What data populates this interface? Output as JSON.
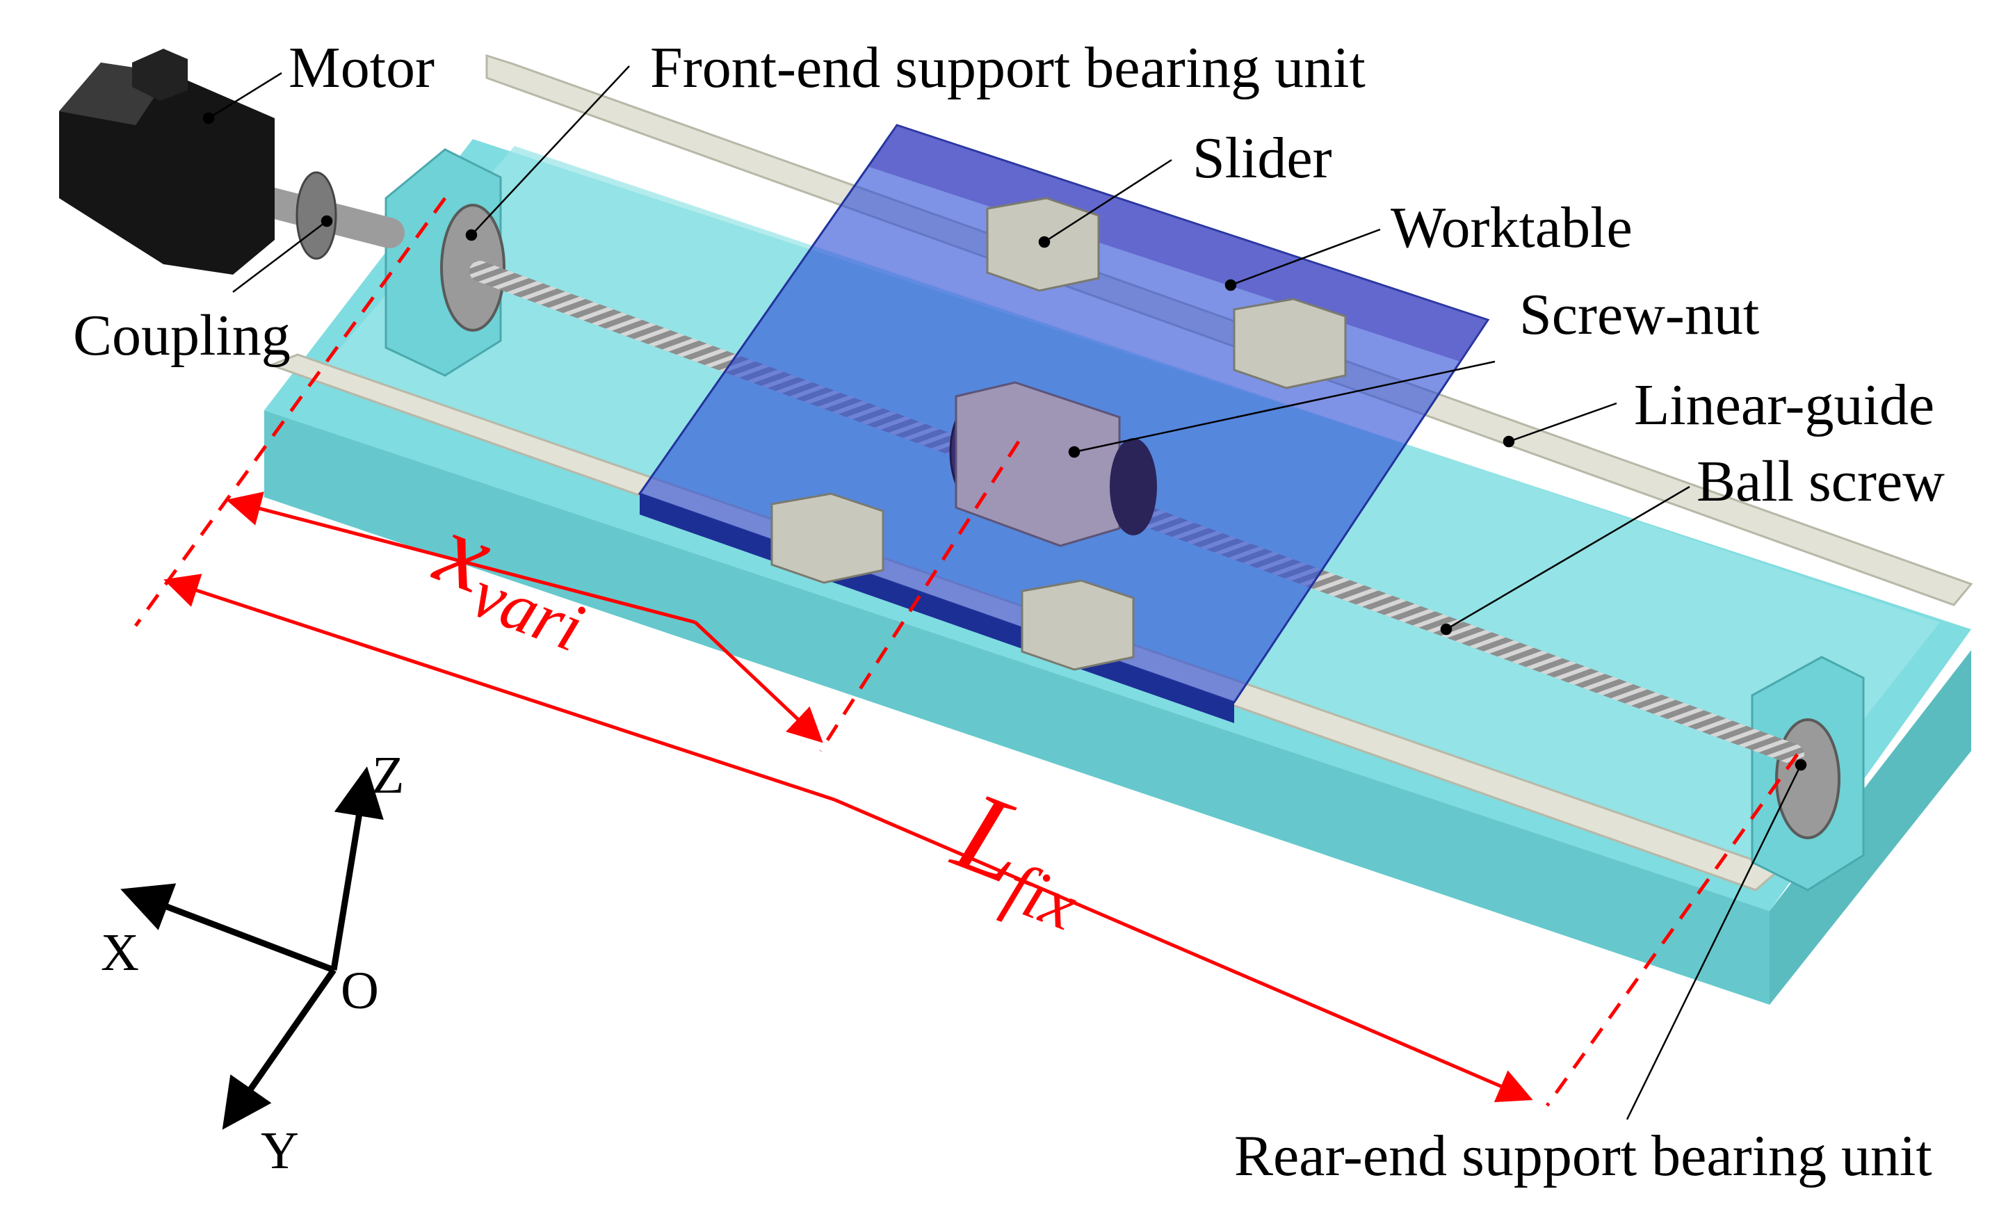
{
  "labels": {
    "motor": "Motor",
    "front_bearing": "Front-end support bearing unit",
    "slider": "Slider",
    "worktable": "Worktable",
    "coupling": "Coupling",
    "screw_nut": "Screw-nut",
    "linear_guide": "Linear-guide",
    "ball_screw": "Ball screw",
    "rear_bearing": "Rear-end support bearing unit"
  },
  "dimensions": {
    "x_main": "x",
    "x_sub": "vari",
    "l_main": "L",
    "l_sub": "fix"
  },
  "axes": {
    "z": "Z",
    "x": "X",
    "origin": "O",
    "y": "Y"
  },
  "colors": {
    "base": "#7fdce0",
    "base_side": "#66c8cc",
    "base_top": "#9be6e8",
    "rail": "#e2e2d6",
    "worktable": "#2f4fd6",
    "dimension": "#ff0000",
    "motor": "#151515"
  }
}
